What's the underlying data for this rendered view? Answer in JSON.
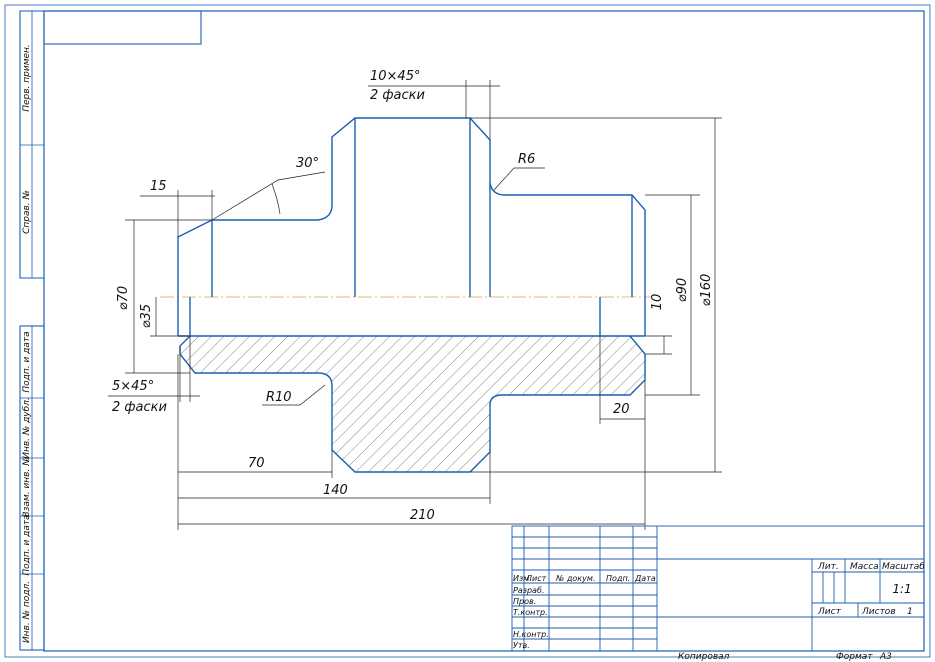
{
  "drawing": {
    "side_labels": [
      "Перв. примен.",
      "Справ. №",
      "Подп. и дата",
      "Инв. № дубл.",
      "Взам. инв. №",
      "Подп. и дата",
      "Инв. № подл."
    ],
    "dimensions": {
      "chamfer_top_value": "10×45°",
      "chamfer_top_note": "2 фаски",
      "radius_top": "R6",
      "angle": "30°",
      "width_15": "15",
      "dia_70": "⌀70",
      "dia_35": "⌀35",
      "chamfer_bottom_value": "5×45°",
      "chamfer_bottom_note": "2 фаски",
      "radius_bottom": "R10",
      "len_70": "70",
      "len_140": "140",
      "len_210": "210",
      "len_20": "20",
      "gap_10": "10",
      "dia_90": "⌀90",
      "dia_160": "⌀160"
    },
    "title_block": {
      "col_izm": "Изм.",
      "col_list": "Лист",
      "col_doc": "№ докум.",
      "col_sign": "Подп.",
      "col_date": "Дата",
      "row_razrab": "Разраб.",
      "row_prov": "Пров.",
      "row_tkontr": "Т.контр.",
      "row_nkontr": "Н.контр.",
      "row_utv": "Утв.",
      "lit": "Лит.",
      "massa": "Масса",
      "masshtab": "Масштаб",
      "scale_value": "1:1",
      "sheet_label": "Лист",
      "sheets_label": "Листов",
      "sheets_value": "1",
      "copied": "Копировал",
      "format_label": "Формат",
      "format_value": "А3"
    }
  },
  "colors": {
    "frame": "#1a5fb4",
    "outline": "#1a5fb4",
    "axis": "#d9a441",
    "text": "#111111"
  }
}
